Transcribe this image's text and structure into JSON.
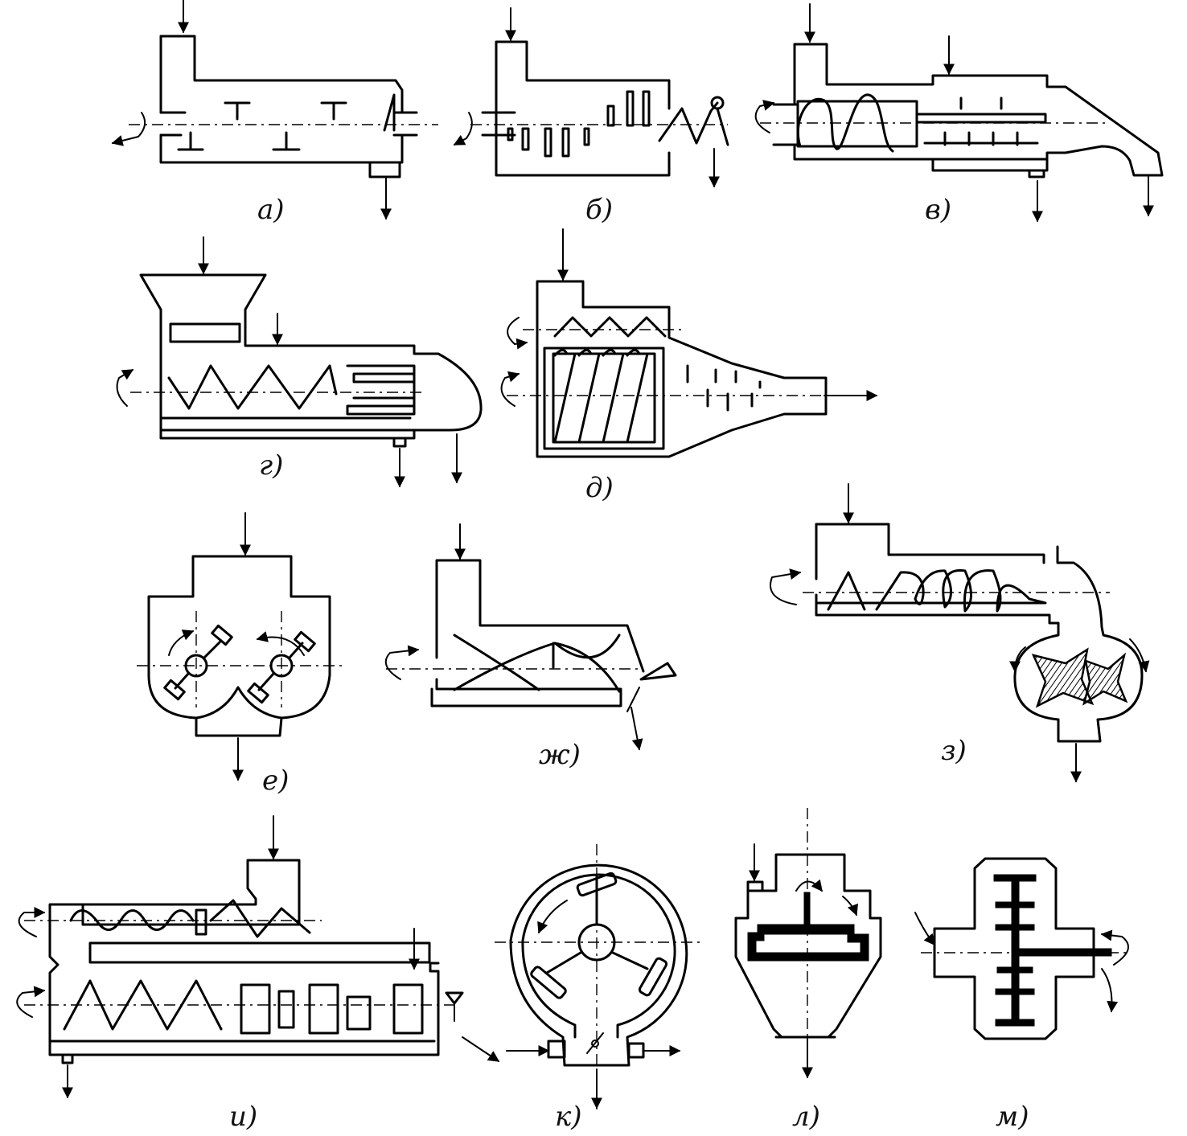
{
  "figure": {
    "labels": {
      "a": "а)",
      "b": "б)",
      "v": "в)",
      "g": "г)",
      "d": "д)",
      "e": "е)",
      "zh": "ж)",
      "z": "з)",
      "i": "и)",
      "k": "к)",
      "l": "л)",
      "m": "м)"
    }
  },
  "colors": {
    "ink": "#000000",
    "paper": "#ffffff"
  }
}
